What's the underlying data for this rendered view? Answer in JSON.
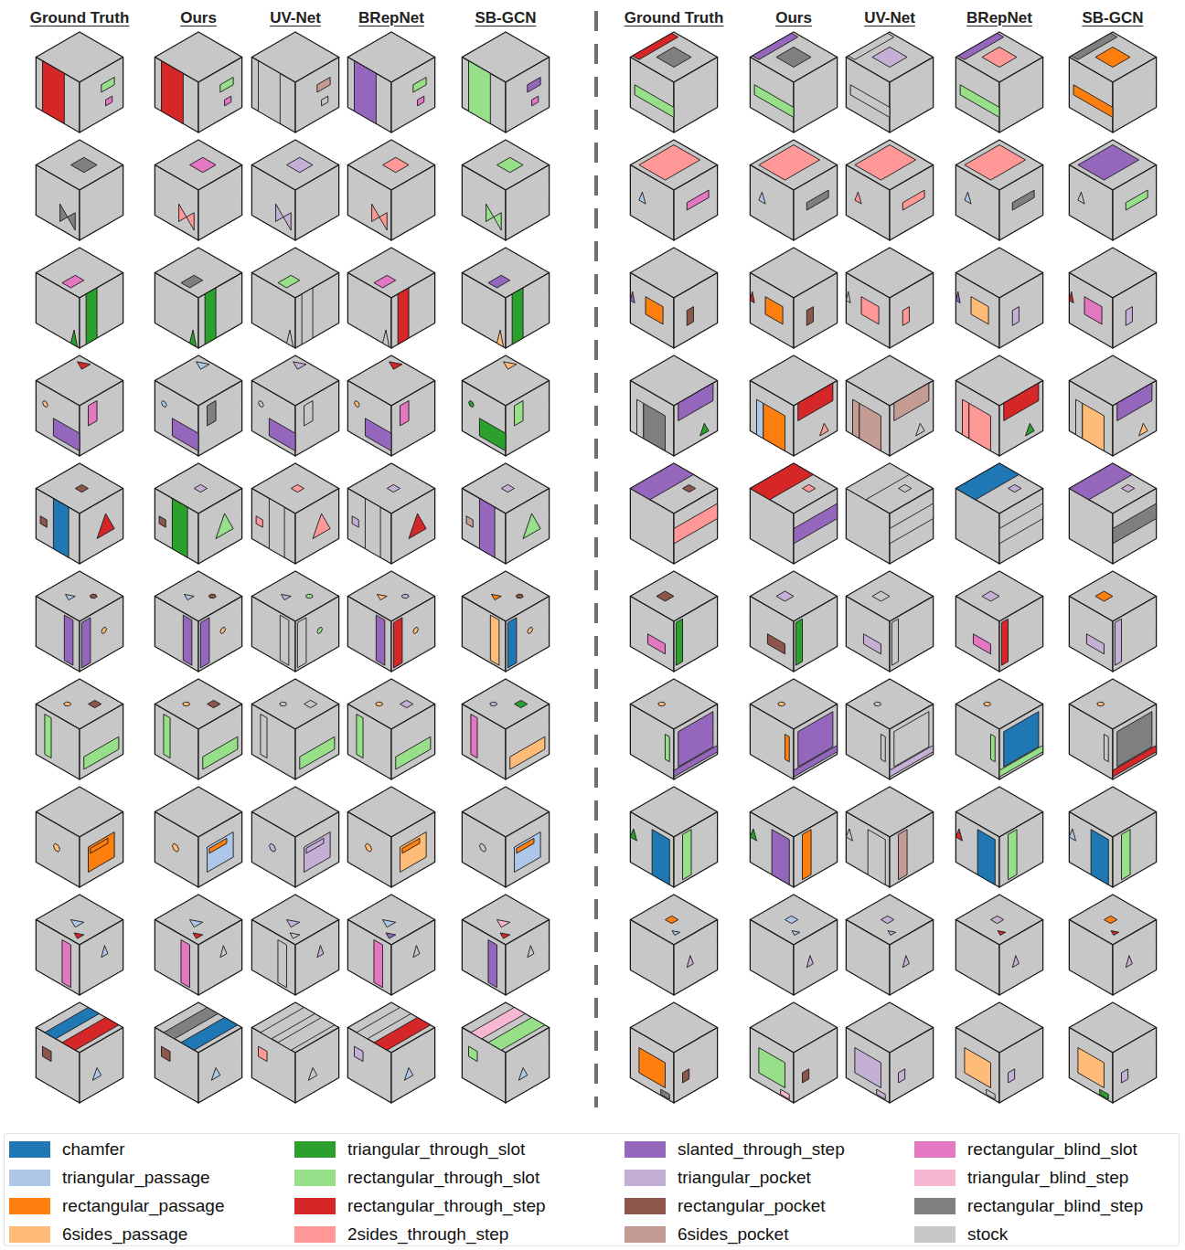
{
  "diagram": {
    "labels": [
      "Ground Truth",
      "Ours",
      "UV-Net",
      "BRepNet",
      "SB-GCN",
      "Ground Truth",
      "Ours",
      "UV-Net",
      "BRepNet",
      "SB-GCN"
    ],
    "legend": [
      {
        "text": "chamfer",
        "color": "#1f77b4"
      },
      {
        "text": "triangular_passage",
        "color": "#aec7e8"
      },
      {
        "text": "rectangular_passage",
        "color": "#ff7f0e"
      },
      {
        "text": "6sides_passage",
        "color": "#ffbb78"
      },
      {
        "text": "triangular_through_slot",
        "color": "#2ca02c"
      },
      {
        "text": "rectangular_through_slot",
        "color": "#98df8a"
      },
      {
        "text": "rectangular_through_step",
        "color": "#d62728"
      },
      {
        "text": "2sides_through_step",
        "color": "#ff9896"
      },
      {
        "text": "slanted_through_step",
        "color": "#9467bd"
      },
      {
        "text": "triangular_pocket",
        "color": "#c5b0d5"
      },
      {
        "text": "rectangular_pocket",
        "color": "#8c564b"
      },
      {
        "text": "6sides_pocket",
        "color": "#c49c94"
      },
      {
        "text": "rectangular_blind_slot",
        "color": "#e377c2"
      },
      {
        "text": "triangular_blind_step",
        "color": "#f7b6d2"
      },
      {
        "text": "rectangular_blind_step",
        "color": "#7f7f7f"
      },
      {
        "text": "stock",
        "color": "#c7c7c7"
      }
    ]
  }
}
